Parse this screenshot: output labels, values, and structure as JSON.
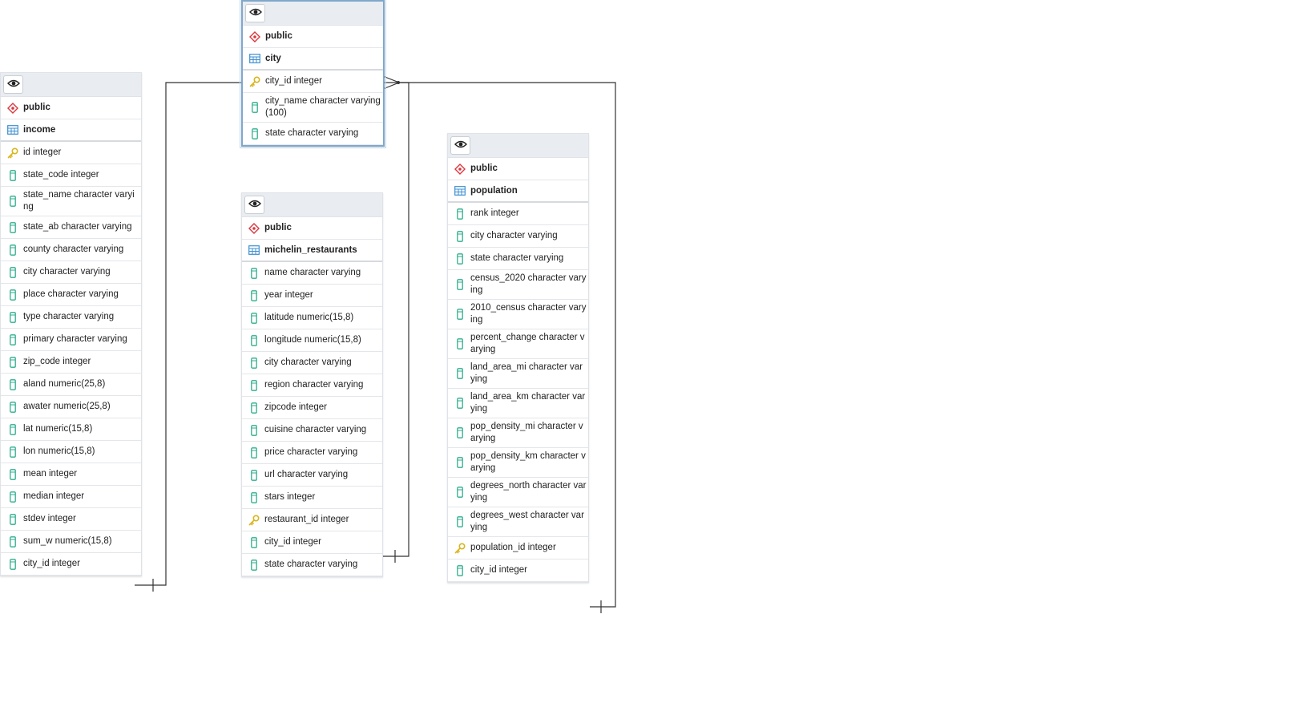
{
  "colors": {
    "schema_icon": "#d8383f",
    "table_icon": "#3c8fd0",
    "column_icon": "#2fae8e",
    "key_icon": "#d9b51c",
    "link": "#333333"
  },
  "icons": {
    "toggle": "eye-icon",
    "schema": "schema-icon",
    "table": "table-icon",
    "column": "column-icon",
    "primary_key": "key-icon"
  },
  "tables": {
    "city": {
      "schema": "public",
      "name": "city",
      "columns": [
        {
          "label": "city_id integer",
          "icon": "key"
        },
        {
          "label": "city_name character varying (100)",
          "icon": "column"
        },
        {
          "label": "state character varying",
          "icon": "column"
        }
      ]
    },
    "income": {
      "schema": "public",
      "name": "income",
      "columns": [
        {
          "label": "id integer",
          "icon": "key"
        },
        {
          "label": "state_code integer",
          "icon": "column"
        },
        {
          "label": "state_name character varying",
          "icon": "column"
        },
        {
          "label": "state_ab character varying",
          "icon": "column"
        },
        {
          "label": "county character varying",
          "icon": "column"
        },
        {
          "label": "city character varying",
          "icon": "column"
        },
        {
          "label": "place character varying",
          "icon": "column"
        },
        {
          "label": "type character varying",
          "icon": "column"
        },
        {
          "label": "primary character varying",
          "icon": "column"
        },
        {
          "label": "zip_code integer",
          "icon": "column"
        },
        {
          "label": "aland numeric(25,8)",
          "icon": "column"
        },
        {
          "label": "awater numeric(25,8)",
          "icon": "column"
        },
        {
          "label": "lat numeric(15,8)",
          "icon": "column"
        },
        {
          "label": "lon numeric(15,8)",
          "icon": "column"
        },
        {
          "label": "mean integer",
          "icon": "column"
        },
        {
          "label": "median integer",
          "icon": "column"
        },
        {
          "label": "stdev integer",
          "icon": "column"
        },
        {
          "label": "sum_w numeric(15,8)",
          "icon": "column"
        },
        {
          "label": "city_id integer",
          "icon": "column"
        }
      ]
    },
    "michelin": {
      "schema": "public",
      "name": "michelin_restaurants",
      "columns": [
        {
          "label": "name character varying",
          "icon": "column"
        },
        {
          "label": "year integer",
          "icon": "column"
        },
        {
          "label": "latitude numeric(15,8)",
          "icon": "column"
        },
        {
          "label": "longitude numeric(15,8)",
          "icon": "column"
        },
        {
          "label": "city character varying",
          "icon": "column"
        },
        {
          "label": "region character varying",
          "icon": "column"
        },
        {
          "label": "zipcode integer",
          "icon": "column"
        },
        {
          "label": "cuisine character varying",
          "icon": "column"
        },
        {
          "label": "price character varying",
          "icon": "column"
        },
        {
          "label": "url character varying",
          "icon": "column"
        },
        {
          "label": "stars integer",
          "icon": "column"
        },
        {
          "label": "restaurant_id integer",
          "icon": "key"
        },
        {
          "label": "city_id integer",
          "icon": "column"
        },
        {
          "label": "state character varying",
          "icon": "column"
        }
      ]
    },
    "population": {
      "schema": "public",
      "name": "population",
      "columns": [
        {
          "label": "rank integer",
          "icon": "column"
        },
        {
          "label": "city character varying",
          "icon": "column"
        },
        {
          "label": "state character varying",
          "icon": "column"
        },
        {
          "label": "census_2020 character varying",
          "icon": "column"
        },
        {
          "label": "2010_census character varying",
          "icon": "column"
        },
        {
          "label": "percent_change character varying",
          "icon": "column"
        },
        {
          "label": "land_area_mi character varying",
          "icon": "column"
        },
        {
          "label": "land_area_km character varying",
          "icon": "column"
        },
        {
          "label": "pop_density_mi character varying",
          "icon": "column"
        },
        {
          "label": "pop_density_km character varying",
          "icon": "column"
        },
        {
          "label": "degrees_north character varying",
          "icon": "column"
        },
        {
          "label": "degrees_west character varying",
          "icon": "column"
        },
        {
          "label": "population_id integer",
          "icon": "key"
        },
        {
          "label": "city_id integer",
          "icon": "column"
        }
      ]
    }
  }
}
